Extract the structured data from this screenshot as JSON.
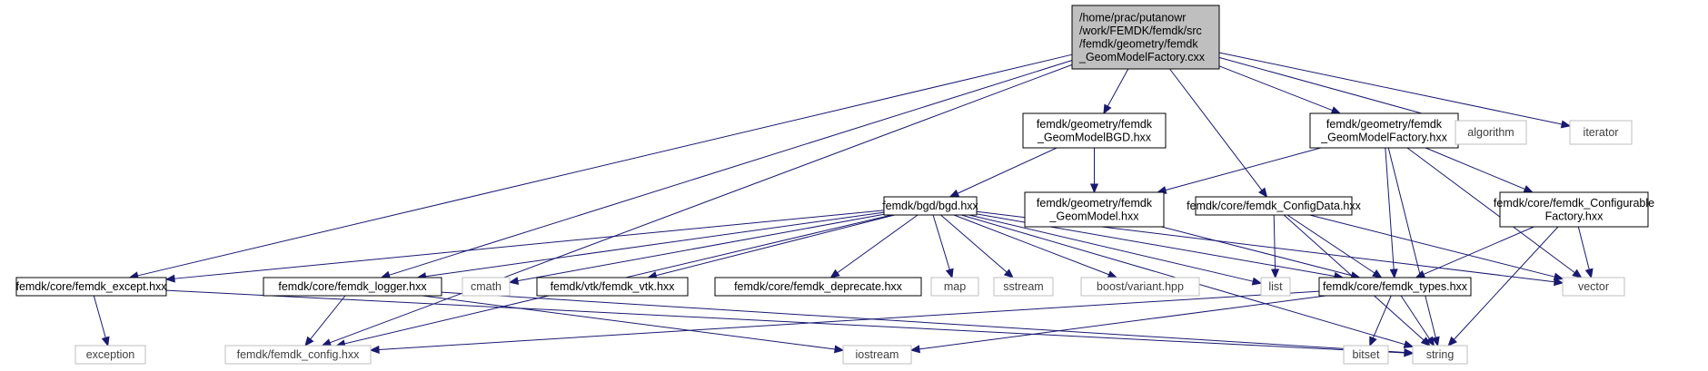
{
  "nodes": [
    {
      "id": "root",
      "lines": [
        "/home/prac/putanowr",
        "/work/FEMDK/femdk/src",
        "/femdk/geometry/femdk",
        "_GeomModelFactory.cxx"
      ],
      "style": "root"
    },
    {
      "id": "bgd_hxx",
      "lines": [
        "femdk/geometry/femdk",
        "_GeomModelBGD.hxx"
      ],
      "style": "normal"
    },
    {
      "id": "factory_hxx",
      "lines": [
        "femdk/geometry/femdk",
        "_GeomModelFactory.hxx"
      ],
      "style": "normal"
    },
    {
      "id": "algorithm",
      "lines": [
        "algorithm"
      ],
      "style": "system"
    },
    {
      "id": "iterator",
      "lines": [
        "iterator"
      ],
      "style": "system"
    },
    {
      "id": "bgd",
      "lines": [
        "femdk/bgd/bgd.hxx"
      ],
      "style": "normal"
    },
    {
      "id": "geommodel",
      "lines": [
        "femdk/geometry/femdk",
        "_GeomModel.hxx"
      ],
      "style": "normal"
    },
    {
      "id": "configdata",
      "lines": [
        "femdk/core/femdk_ConfigData.hxx"
      ],
      "style": "normal"
    },
    {
      "id": "configurable",
      "lines": [
        "femdk/core/femdk_Configurable",
        "Factory.hxx"
      ],
      "style": "normal"
    },
    {
      "id": "except",
      "lines": [
        "femdk/core/femdk_except.hxx"
      ],
      "style": "normal"
    },
    {
      "id": "logger",
      "lines": [
        "femdk/core/femdk_logger.hxx"
      ],
      "style": "normal"
    },
    {
      "id": "cmath",
      "lines": [
        "cmath"
      ],
      "style": "system"
    },
    {
      "id": "vtk",
      "lines": [
        "femdk/vtk/femdk_vtk.hxx"
      ],
      "style": "normal"
    },
    {
      "id": "deprecate",
      "lines": [
        "femdk/core/femdk_deprecate.hxx"
      ],
      "style": "normal"
    },
    {
      "id": "map",
      "lines": [
        "map"
      ],
      "style": "system"
    },
    {
      "id": "sstream",
      "lines": [
        "sstream"
      ],
      "style": "system"
    },
    {
      "id": "variant",
      "lines": [
        "boost/variant.hpp"
      ],
      "style": "system"
    },
    {
      "id": "list",
      "lines": [
        "list"
      ],
      "style": "system"
    },
    {
      "id": "types",
      "lines": [
        "femdk/core/femdk_types.hxx"
      ],
      "style": "normal"
    },
    {
      "id": "vector",
      "lines": [
        "vector"
      ],
      "style": "system"
    },
    {
      "id": "exception",
      "lines": [
        "exception"
      ],
      "style": "system"
    },
    {
      "id": "config",
      "lines": [
        "femdk/femdk_config.hxx"
      ],
      "style": "system"
    },
    {
      "id": "iostream",
      "lines": [
        "iostream"
      ],
      "style": "system"
    },
    {
      "id": "bitset",
      "lines": [
        "bitset"
      ],
      "style": "system"
    },
    {
      "id": "string",
      "lines": [
        "string"
      ],
      "style": "system"
    }
  ],
  "edges": [
    [
      "root",
      "bgd_hxx"
    ],
    [
      "root",
      "factory_hxx"
    ],
    [
      "root",
      "algorithm"
    ],
    [
      "root",
      "iterator"
    ],
    [
      "root",
      "configdata"
    ],
    [
      "root",
      "except"
    ],
    [
      "root",
      "logger"
    ],
    [
      "root",
      "config"
    ],
    [
      "bgd_hxx",
      "bgd"
    ],
    [
      "bgd_hxx",
      "geommodel"
    ],
    [
      "factory_hxx",
      "geommodel"
    ],
    [
      "factory_hxx",
      "configurable"
    ],
    [
      "factory_hxx",
      "types"
    ],
    [
      "factory_hxx",
      "vector"
    ],
    [
      "factory_hxx",
      "string"
    ],
    [
      "bgd",
      "except"
    ],
    [
      "bgd",
      "logger"
    ],
    [
      "bgd",
      "cmath"
    ],
    [
      "bgd",
      "vtk"
    ],
    [
      "bgd",
      "deprecate"
    ],
    [
      "bgd",
      "map"
    ],
    [
      "bgd",
      "sstream"
    ],
    [
      "bgd",
      "variant"
    ],
    [
      "bgd",
      "list"
    ],
    [
      "bgd",
      "types"
    ],
    [
      "bgd",
      "vector"
    ],
    [
      "bgd",
      "string"
    ],
    [
      "bgd",
      "config"
    ],
    [
      "geommodel",
      "types"
    ],
    [
      "configdata",
      "list"
    ],
    [
      "configdata",
      "types"
    ],
    [
      "configdata",
      "vector"
    ],
    [
      "configdata",
      "string"
    ],
    [
      "configurable",
      "types"
    ],
    [
      "configurable",
      "vector"
    ],
    [
      "configurable",
      "string"
    ],
    [
      "except",
      "exception"
    ],
    [
      "except",
      "string"
    ],
    [
      "logger",
      "config"
    ],
    [
      "logger",
      "iostream"
    ],
    [
      "logger",
      "string"
    ],
    [
      "types",
      "config"
    ],
    [
      "types",
      "iostream"
    ],
    [
      "types",
      "bitset"
    ],
    [
      "types",
      "string"
    ]
  ],
  "colors": {
    "edge": "#191970",
    "box_border": "#000000",
    "system_border": "#bfbfbf",
    "root_fill": "#bfbfbf",
    "box_fill": "#ffffff"
  }
}
